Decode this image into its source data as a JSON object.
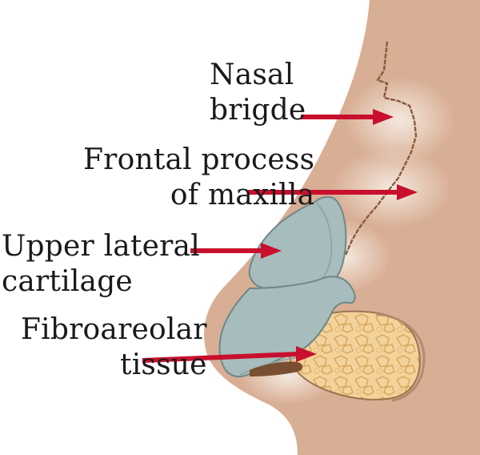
{
  "labels": {
    "nasal_bridge": {
      "line1": "Nasal",
      "line2": "brigde"
    },
    "frontal_process": {
      "line1": "Frontal process",
      "line2": "of maxilla"
    },
    "upper_lateral": {
      "line1": "Upper lateral",
      "line2": "cartilage"
    },
    "fibroareolar": {
      "line1": "Fibroareolar",
      "line2": "tissue"
    }
  },
  "colors": {
    "skin": "#d8ae94",
    "skin_highlight": "#efe0d3",
    "bone_line": "#8a5a3c",
    "cartilage": "#a7bcbc",
    "cartilage_dark": "#6e8888",
    "fatty_tissue": "#f3d39b",
    "fatty_outline": "#d9a55a",
    "arrow": "#c8102e"
  }
}
